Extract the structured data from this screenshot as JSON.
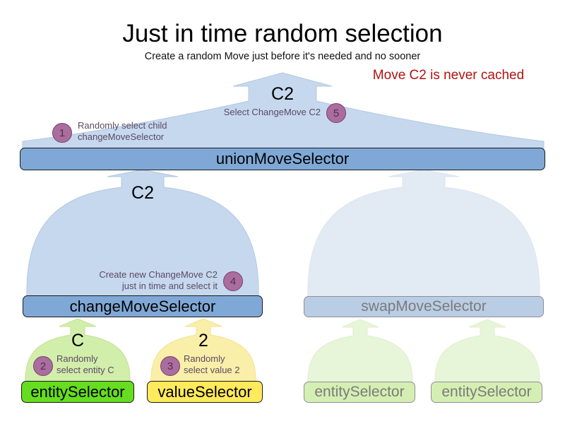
{
  "page": {
    "title": "Just in time random selection",
    "subtitle": "Create a random Move just before it's needed and no sooner",
    "note": "Move C2 is never cached"
  },
  "colors": {
    "arrow_blue_fill": "#c5d8ee",
    "arrow_blue_faded_fill": "#e2eaf4",
    "arrow_green_fill": "#d2eeab",
    "arrow_green_faded_fill": "#e7f5d8",
    "arrow_yellow_fill": "#faefa8",
    "node_blue": "#7fa8d6",
    "node_blue_faded": "#b9cde4",
    "node_green": "#66dd20",
    "node_green_faded": "#d5efb3",
    "node_yellow": "#ffe95c",
    "badge_fill": "#a96d9e",
    "badge_text": "#5b2b55",
    "annotation_text": "#5c4a63",
    "note_red": "#b11212",
    "faded_text": "#7b7b7b"
  },
  "nodes": {
    "union": "unionMoveSelector",
    "change": "changeMoveSelector",
    "swap": "swapMoveSelector",
    "entity_main": "entitySelector",
    "value_main": "valueSelector",
    "entity_faded_1": "entitySelector",
    "entity_faded_2": "entitySelector"
  },
  "flow_labels": {
    "union_out": "C2",
    "change_out": "C2",
    "entity_out": "C",
    "value_out": "2"
  },
  "annotations": [
    {
      "number": "1",
      "line1": "Randomly select child",
      "line2": "changeMoveSelector"
    },
    {
      "number": "5",
      "line1": "Select ChangeMove C2",
      "line2": ""
    },
    {
      "number": "4",
      "line1": "Create new ChangeMove C2",
      "line2": "just in time and select it"
    },
    {
      "number": "2",
      "line1": "Randomly",
      "line2": "select entity C"
    },
    {
      "number": "3",
      "line1": "Randomly",
      "line2": "select value 2"
    }
  ]
}
